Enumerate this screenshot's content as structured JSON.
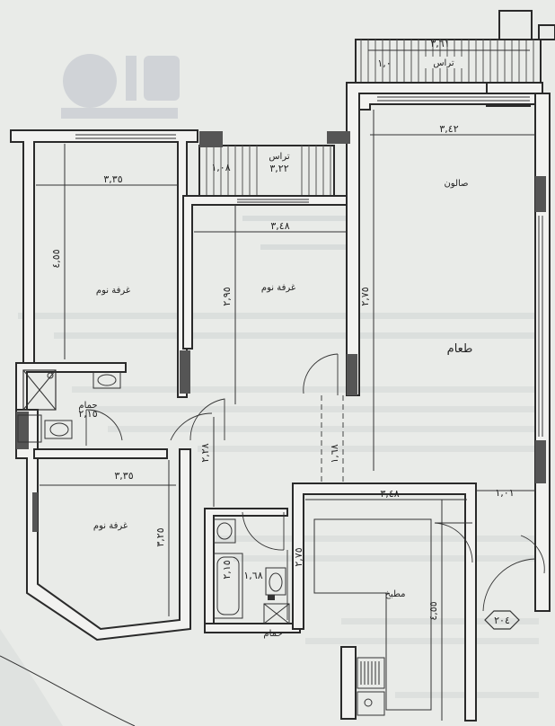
{
  "rooms": {
    "bedroom_1": {
      "label": "غرفة نوم",
      "width": "٣,٣٥",
      "depth": "٤,٥٥"
    },
    "bedroom_2": {
      "label": "غرفة نوم",
      "width": "٣,٤٨",
      "depth": "٢,٩٥"
    },
    "bedroom_3": {
      "label": "غرفة نوم",
      "width": "٣,٣٥",
      "depth": "٣,٢٥"
    },
    "salon": {
      "label": "صالون",
      "width": "٣,٤٢",
      "depth": "٢,٧٥"
    },
    "dining": {
      "label": "طعام"
    },
    "kitchen": {
      "label": "مطبخ",
      "width": "٣,٤٨",
      "depth": "٤,٥٥",
      "side": "٢,٧٥"
    },
    "bath_1": {
      "label": "حمام",
      "size": "٢,١٥"
    },
    "bath_2": {
      "label": "حمام",
      "size": "٢,١٥",
      "depth": "١,٦٨"
    }
  },
  "terraces": {
    "top": {
      "label": "تراس",
      "width": "٣,٦١",
      "depth": "١,٠"
    },
    "middle": {
      "label": "تراس",
      "width": "٣,٢٢",
      "depth": "١,٠٨"
    }
  },
  "dimensions": {
    "corridor": "٢,٢٨",
    "corridor_right": "١,٦٨",
    "right_strip": "١,٠١"
  },
  "badge": {
    "text": "٢٠٤"
  }
}
